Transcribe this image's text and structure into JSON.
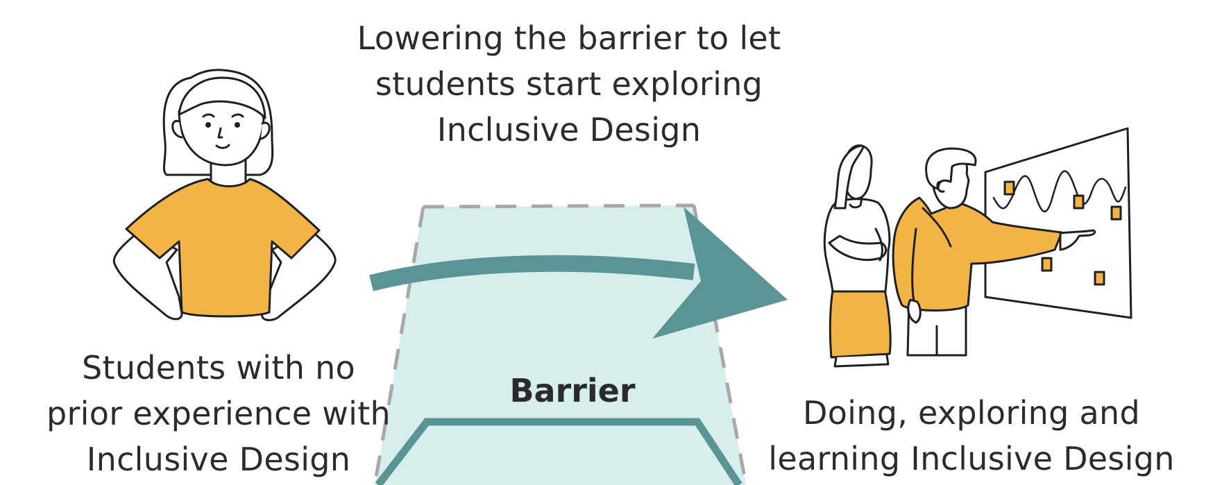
{
  "top_caption": {
    "lines": [
      "Lowering the barrier to let",
      "students start exploring",
      "Inclusive Design"
    ]
  },
  "left_caption": {
    "lines": [
      "Students with no",
      "prior experience with",
      "Inclusive Design"
    ]
  },
  "right_caption": {
    "lines": [
      "Doing, exploring and",
      "learning Inclusive Design"
    ]
  },
  "barrier": {
    "label": "Barrier"
  },
  "illustrations": {
    "student": "student-figure",
    "group": "people-at-whiteboard",
    "arrow": "arrow-icon"
  },
  "colors": {
    "accent_orange": "#F2B347",
    "teal": "#5B9495",
    "barrier_fill": "#D7EEEC",
    "dashed_outline": "#A8A8A8",
    "ink": "#1f1f1f"
  }
}
